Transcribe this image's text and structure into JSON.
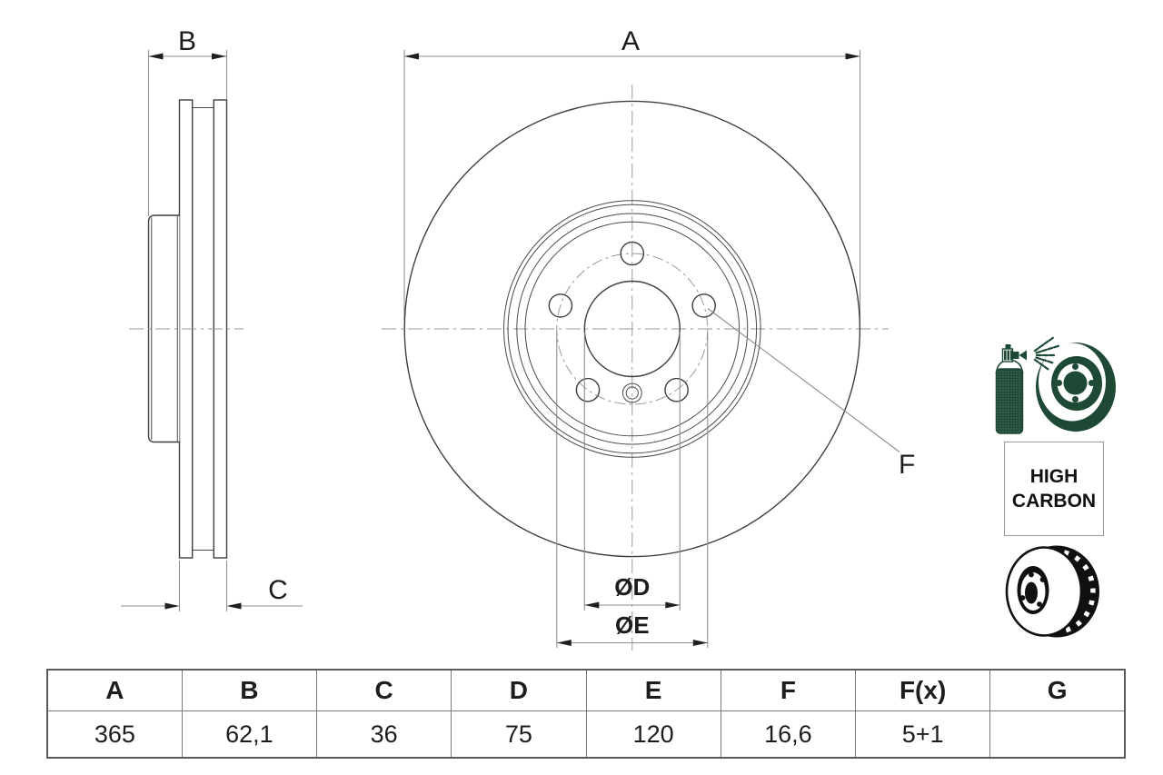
{
  "drawing": {
    "side_view": {
      "dim_b": "B",
      "dim_c": "C"
    },
    "front_view": {
      "dim_a": "A",
      "dim_f": "F",
      "dim_d": "ØD",
      "dim_e": "ØE"
    }
  },
  "icons": {
    "coated_disc_spray_icon": "spray-can-coating-brake-disc",
    "vented_disc_icon": "vented-brake-disc-3d",
    "high_carbon_badge": {
      "line1": "HIGH",
      "line2": "CARBON"
    }
  },
  "spec_table": {
    "headers": [
      "A",
      "B",
      "C",
      "D",
      "E",
      "F",
      "F(x)",
      "G"
    ],
    "values": [
      "365",
      "62,1",
      "36",
      "75",
      "120",
      "16,6",
      "5+1",
      ""
    ]
  },
  "colors": {
    "object_line": "#3f3f3f",
    "dimension_line": "#8f8f8f",
    "centerline": "#9a9a9a",
    "text": "#1a1a1a",
    "brand_green": "#1e4935",
    "icon_black": "#101010",
    "table_border": "#5a5a5a"
  }
}
